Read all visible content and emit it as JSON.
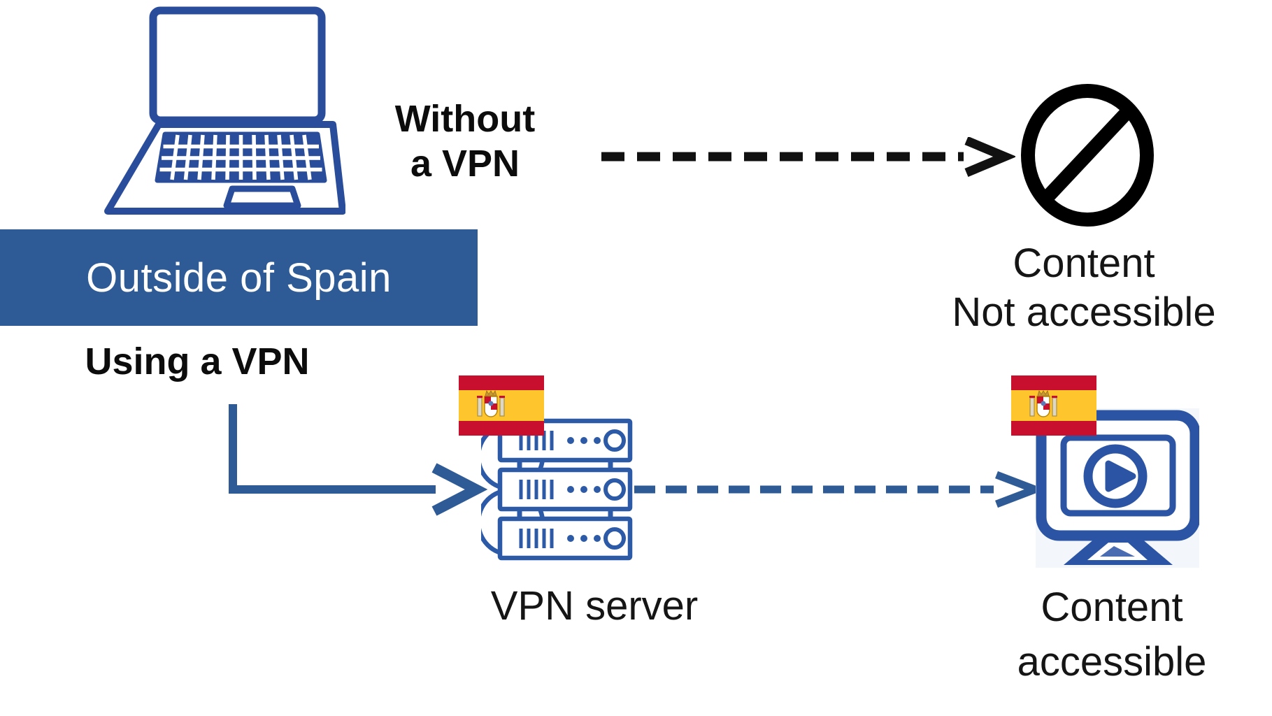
{
  "banner": {
    "label": "Outside of Spain"
  },
  "source": {
    "icon": "laptop-icon"
  },
  "without_vpn_path": {
    "label_line1": "Without",
    "label_line2": "a VPN",
    "arrow_icon": "black-dashed-arrow",
    "result_icon": "blocked-icon",
    "result_line1": "Content",
    "result_line2": "Not accessible"
  },
  "using_vpn_path": {
    "label": "Using a VPN",
    "arrow_icon": "blue-solid-elbow-arrow",
    "server_flag_icon": "spain-flag-icon",
    "server_icon": "server-stack-icon",
    "server_label": "VPN server",
    "relay_arrow_icon": "blue-dashed-arrow",
    "result_flag_icon": "spain-flag-icon",
    "result_icon": "monitor-play-icon",
    "result_line1": "Content",
    "result_line2": "accessible"
  },
  "colors": {
    "banner_blue": "#2e5b96",
    "banner_text": "#ffffff",
    "laptop_blue": "#2a4d9b",
    "server_blue": "#2d5aa6",
    "monitor_blue": "#2b55a4",
    "arrow_blue": "#2e5b96",
    "arrow_black": "#111111",
    "flag_red": "#c8102e",
    "flag_yellow": "#ffc52c",
    "text_black": "#111111"
  }
}
